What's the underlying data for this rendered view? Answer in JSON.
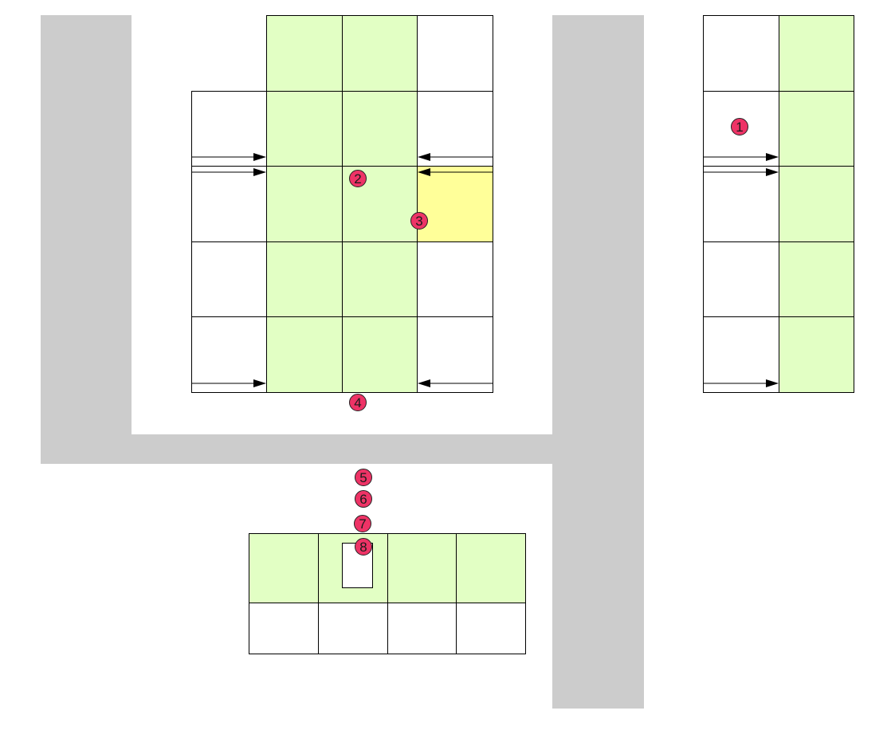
{
  "colors": {
    "wall": "#cccccc",
    "cell_green": "#e2ffc4",
    "cell_yellow": "#ffff99",
    "cell_white": "#ffffff",
    "marker": "#ee3366",
    "line": "#000000"
  },
  "markers": {
    "m1": "1",
    "m2": "2",
    "m3": "3",
    "m4": "4",
    "m5": "5",
    "m6": "6",
    "m7": "7",
    "m8": "8"
  }
}
